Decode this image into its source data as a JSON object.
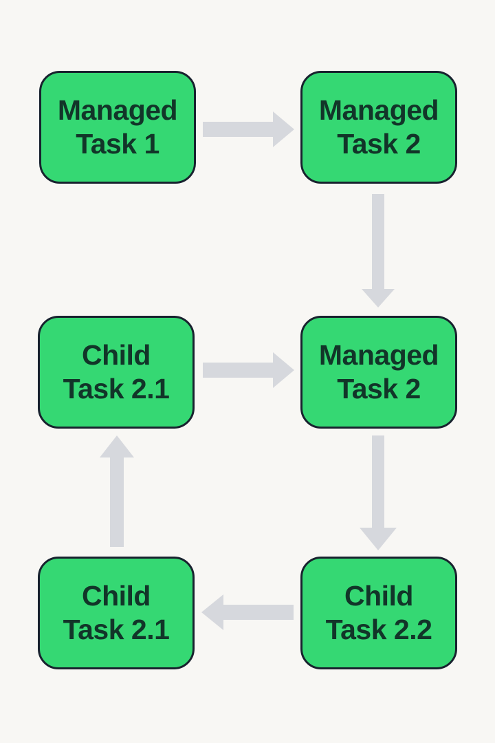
{
  "diagram": {
    "type": "flowchart",
    "nodes": [
      {
        "id": "managed-task-1",
        "line1": "Managed",
        "line2": "Task 1"
      },
      {
        "id": "managed-task-2-top",
        "line1": "Managed",
        "line2": "Task 2"
      },
      {
        "id": "child-task-2-1-middle",
        "line1": "Child",
        "line2": "Task 2.1"
      },
      {
        "id": "managed-task-2-middle",
        "line1": "Managed",
        "line2": "Task 2"
      },
      {
        "id": "child-task-2-1-bottom",
        "line1": "Child",
        "line2": "Task 2.1"
      },
      {
        "id": "child-task-2-2",
        "line1": "Child",
        "line2": "Task 2.2"
      }
    ],
    "edges": [
      {
        "from": "Managed Task 1",
        "to": "Managed Task 2 (top)",
        "direction": "right"
      },
      {
        "from": "Managed Task 2 (top)",
        "to": "Managed Task 2 (middle)",
        "direction": "down"
      },
      {
        "from": "Child Task 2.1 (middle)",
        "to": "Managed Task 2 (middle)",
        "direction": "right"
      },
      {
        "from": "Managed Task 2 (middle)",
        "to": "Child Task 2.2",
        "direction": "down"
      },
      {
        "from": "Child Task 2.2",
        "to": "Child Task 2.1 (bottom)",
        "direction": "left"
      },
      {
        "from": "Child Task 2.1 (bottom)",
        "to": "Child Task 2.1 (middle)",
        "direction": "up"
      }
    ],
    "colors": {
      "background": "#f8f7f4",
      "node_fill": "#35d873",
      "node_border": "#18222e",
      "node_text": "#123529",
      "arrow": "#d6d8dd"
    }
  }
}
